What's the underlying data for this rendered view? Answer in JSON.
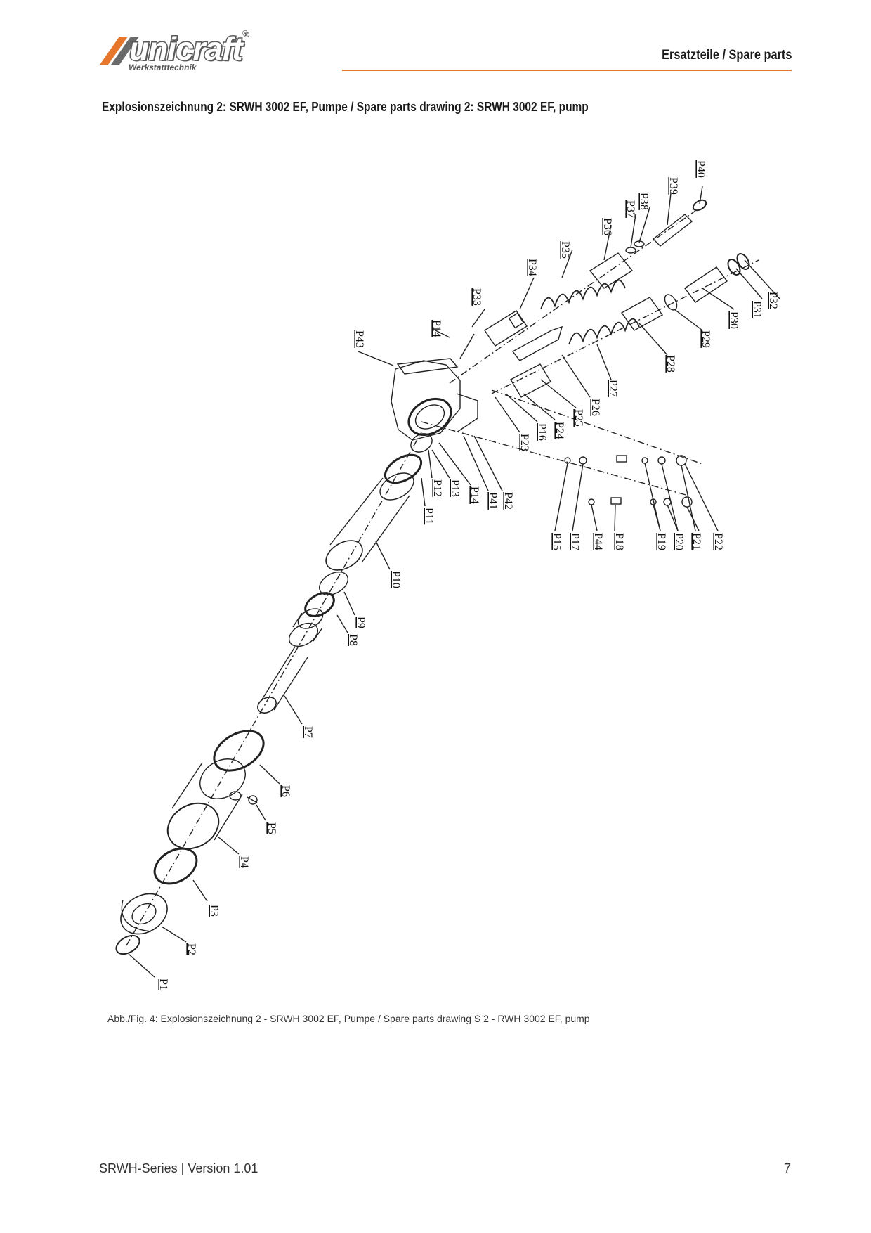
{
  "header": {
    "logo_text": "unicraft",
    "logo_reg": "®",
    "logo_subtitle": "Werkstatttechnik",
    "section_title": "Ersatzteile / Spare parts",
    "accent_color": "#e8772e"
  },
  "heading": "Explosionszeichnung 2: SRWH 3002 EF, Pumpe / Spare parts drawing 2: SRWH 3002 EF, pump",
  "drawing": {
    "part_labels": [
      "P1",
      "P2",
      "P3",
      "P4",
      "P5",
      "P6",
      "P7",
      "P8",
      "P9",
      "P10",
      "P11",
      "P12",
      "P13",
      "P14",
      "P41",
      "P42",
      "P43",
      "P14",
      "P33",
      "P34",
      "P35",
      "P36",
      "P37",
      "P38",
      "P39",
      "P40",
      "P32",
      "P31",
      "P30",
      "P29",
      "P28",
      "P27",
      "P26",
      "P25",
      "P24",
      "P16",
      "P23",
      "P15",
      "P17",
      "P44",
      "P18",
      "P19",
      "P20",
      "P21",
      "P22"
    ]
  },
  "caption": "Abb./Fig. 4:  Explosionszeichnung 2 - SRWH 3002 EF, Pumpe / Spare parts drawing S 2 - RWH 3002 EF, pump",
  "footer": {
    "left": "SRWH-Series | Version 1.01",
    "page_number": "7"
  }
}
